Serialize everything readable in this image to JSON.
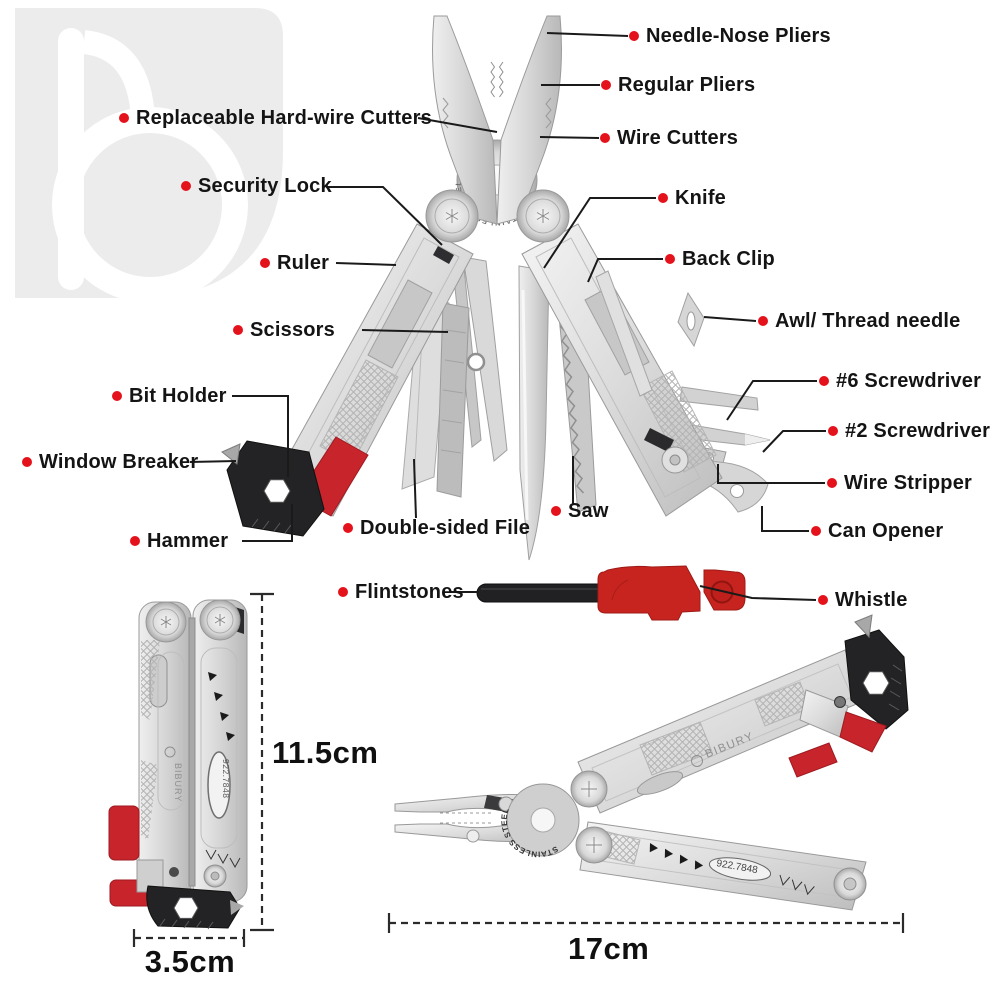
{
  "labels": [
    {
      "id": "needle-nose-pliers",
      "text": "Needle-Nose Pliers"
    },
    {
      "id": "regular-pliers",
      "text": "Regular Pliers"
    },
    {
      "id": "wire-cutters",
      "text": "Wire Cutters"
    },
    {
      "id": "replaceable-hard-wire-cutters",
      "text": "Replaceable Hard-wire Cutters"
    },
    {
      "id": "security-lock",
      "text": "Security Lock"
    },
    {
      "id": "knife",
      "text": "Knife"
    },
    {
      "id": "ruler",
      "text": "Ruler"
    },
    {
      "id": "back-clip",
      "text": "Back Clip"
    },
    {
      "id": "scissors",
      "text": "Scissors"
    },
    {
      "id": "awl-thread-needle",
      "text": "Awl/ Thread needle"
    },
    {
      "id": "screwdriver-6",
      "text": "#6 Screwdriver"
    },
    {
      "id": "bit-holder",
      "text": "Bit Holder"
    },
    {
      "id": "screwdriver-2",
      "text": "#2 Screwdriver"
    },
    {
      "id": "window-breaker",
      "text": "Window Breaker"
    },
    {
      "id": "wire-stripper",
      "text": "Wire Stripper"
    },
    {
      "id": "can-opener",
      "text": "Can Opener"
    },
    {
      "id": "hammer",
      "text": "Hammer"
    },
    {
      "id": "double-sided-file",
      "text": "Double-sided File"
    },
    {
      "id": "saw",
      "text": "Saw"
    },
    {
      "id": "flintstones",
      "text": "Flintstones"
    },
    {
      "id": "whistle",
      "text": "Whistle"
    }
  ],
  "dimensions": {
    "height": "11.5cm",
    "width": "3.5cm",
    "length": "17cm"
  },
  "product": {
    "brand": "BIBURY",
    "model": "922.7848",
    "pivot_text": "STAINLESS STEEL"
  },
  "colors": {
    "bullet_red": "#e4121b",
    "tool_red": "#c8242b",
    "fire_starter_red": "#c8241f",
    "black_part": "#232325",
    "watermark_gray": "#ececec"
  }
}
